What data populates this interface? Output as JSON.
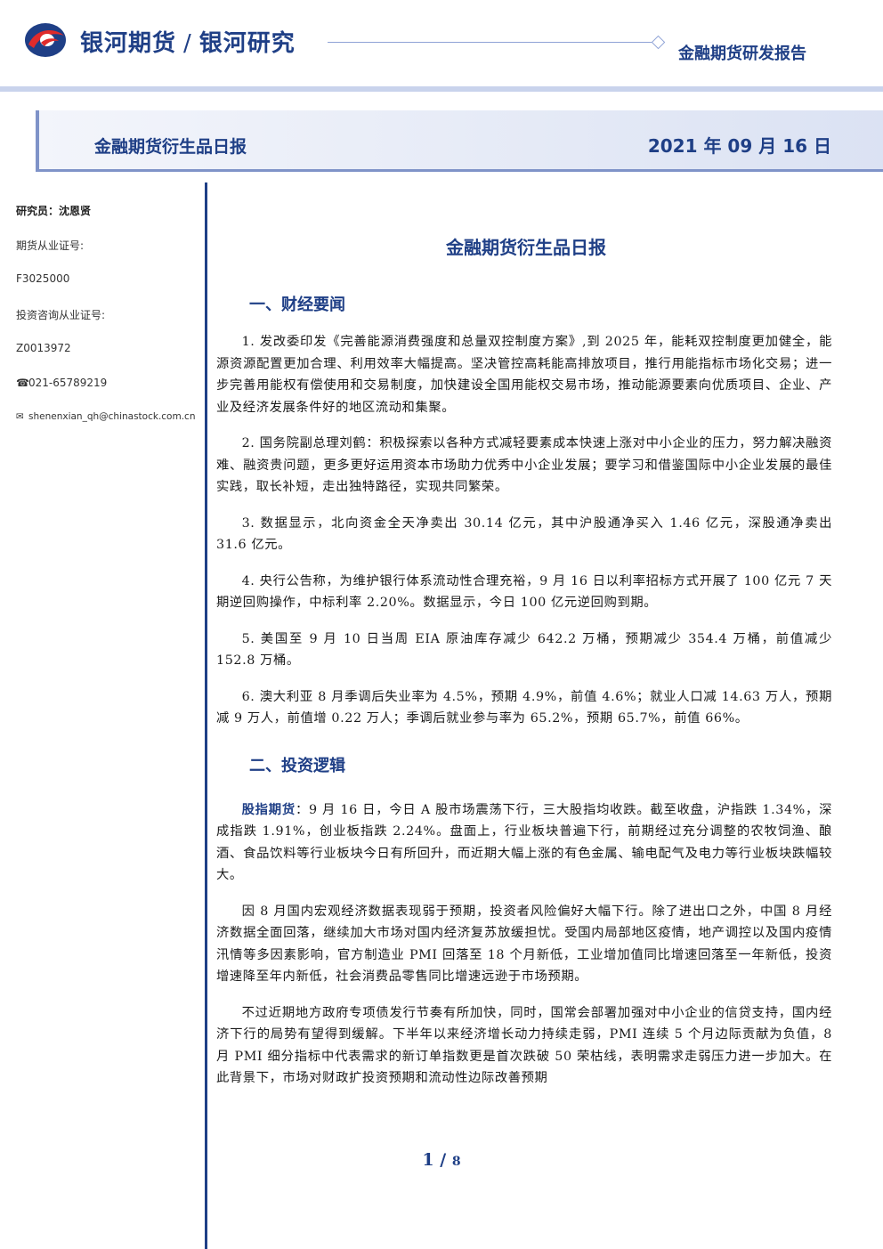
{
  "header": {
    "brand_left": "银河期货",
    "brand_right": "银河研究",
    "report_type": "金融期货研发报告"
  },
  "title_bar": {
    "title": "金融期货衍生品日报",
    "date": "2021 年 09 月 16 日"
  },
  "sidebar": {
    "researcher": "研究员：沈恩贤",
    "license_label": "期货从业证号:",
    "license_no": "F3025000",
    "consult_label": "投资咨询从业证号:",
    "consult_no": "Z0013972",
    "phone": "021-65789219",
    "email": "shenenxian_qh@chinastock.com.cn"
  },
  "main": {
    "doc_title": "金融期货衍生品日报",
    "section1_title": "一、财经要闻",
    "news": [
      "1. 发改委印发《完善能源消费强度和总量双控制度方案》,到 2025 年，能耗双控制度更加健全，能源资源配置更加合理、利用效率大幅提高。坚决管控高耗能高排放项目，推行用能指标市场化交易；进一步完善用能权有偿使用和交易制度，加快建设全国用能权交易市场，推动能源要素向优质项目、企业、产业及经济发展条件好的地区流动和集聚。",
      "2. 国务院副总理刘鹤：积极探索以各种方式减轻要素成本快速上涨对中小企业的压力，努力解决融资难、融资贵问题，更多更好运用资本市场助力优秀中小企业发展；要学习和借鉴国际中小企业发展的最佳实践，取长补短，走出独特路径，实现共同繁荣。",
      "3. 数据显示，北向资金全天净卖出 30.14 亿元，其中沪股通净买入 1.46 亿元，深股通净卖出 31.6 亿元。",
      "4. 央行公告称，为维护银行体系流动性合理充裕，9 月 16 日以利率招标方式开展了 100 亿元 7 天期逆回购操作，中标利率 2.20%。数据显示，今日 100 亿元逆回购到期。",
      "5. 美国至 9 月 10 日当周 EIA 原油库存减少 642.2 万桶，预期减少 354.4 万桶，前值减少 152.8 万桶。",
      "6. 澳大利亚 8 月季调后失业率为 4.5%，预期 4.9%，前值 4.6%；就业人口减 14.63 万人，预期减 9 万人，前值增 0.22 万人；季调后就业参与率为 65.2%，预期 65.7%，前值 66%。"
    ],
    "section2_title": "二、投资逻辑",
    "logic_lead": "股指期货",
    "logic_p1": "：9 月 16 日，今日 A 股市场震荡下行，三大股指均收跌。截至收盘，沪指跌 1.34%，深成指跌 1.91%，创业板指跌 2.24%。盘面上，行业板块普遍下行，前期经过充分调整的农牧饲渔、酿酒、食品饮料等行业板块今日有所回升，而近期大幅上涨的有色金属、输电配气及电力等行业板块跌幅较大。",
    "logic_p2": "因 8 月国内宏观经济数据表现弱于预期，投资者风险偏好大幅下行。除了进出口之外，中国 8 月经济数据全面回落，继续加大市场对国内经济复苏放缓担忧。受国内局部地区疫情，地产调控以及国内疫情汛情等多因素影响，官方制造业 PMI 回落至 18 个月新低，工业增加值同比增速回落至一年新低，投资增速降至年内新低，社会消费品零售同比增速远逊于市场预期。",
    "logic_p3": "不过近期地方政府专项债发行节奏有所加快，同时，国常会部署加强对中小企业的信贷支持，国内经济下行的局势有望得到缓解。下半年以来经济增长动力持续走弱，PMI 连续 5 个月边际贡献为负值，8 月 PMI 细分指标中代表需求的新订单指数更是首次跌破 50 荣枯线，表明需求走弱压力进一步加大。在此背景下，市场对财政扩投资预期和流动性边际改善预期"
  },
  "footer": {
    "page_current": "1",
    "page_total": "8"
  },
  "colors": {
    "brand_blue": "#1f3f86",
    "logo_red": "#e02b2b"
  }
}
